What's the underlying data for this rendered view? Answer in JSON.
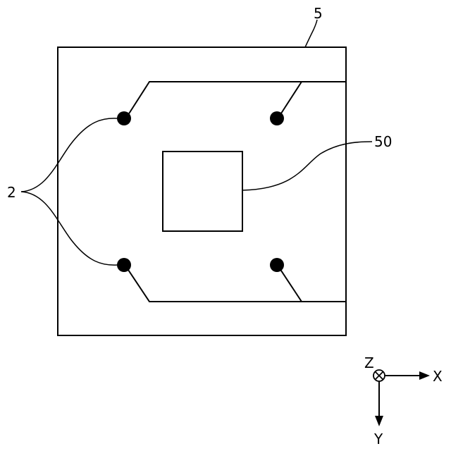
{
  "labels": {
    "substrate": "5",
    "center_element": "50",
    "terminals": "2"
  },
  "axes": {
    "x": "X",
    "y": "Y",
    "z": "Z"
  },
  "colors": {
    "ink": "#000000",
    "background": "#ffffff"
  }
}
